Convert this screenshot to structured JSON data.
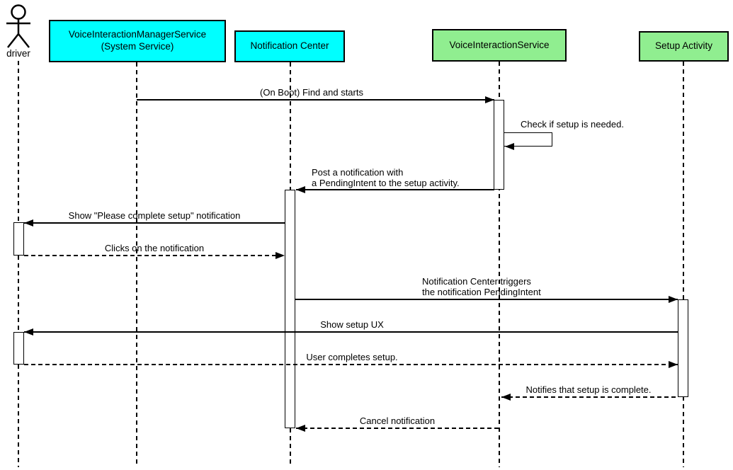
{
  "colors": {
    "cyan": "#00ffff",
    "green": "#90ee90",
    "line": "#000000",
    "bg": "#ffffff"
  },
  "actor": {
    "label": "driver"
  },
  "participants": [
    {
      "label": "VoiceInteractionManagerService\n(System Service)",
      "kind": "system-service"
    },
    {
      "label": "Notification Center",
      "kind": "system-service"
    },
    {
      "label": "VoiceInteractionService",
      "kind": "app-component"
    },
    {
      "label": "Setup Activity",
      "kind": "app-component"
    }
  ],
  "messages": [
    {
      "text": "(On Boot) Find and starts",
      "from": "VoiceInteractionManagerService (System Service)",
      "to": "VoiceInteractionService",
      "style": "solid"
    },
    {
      "text": "Check if setup is needed.",
      "from": "VoiceInteractionService",
      "to": "VoiceInteractionService",
      "style": "solid",
      "self": true
    },
    {
      "text": "Post a notification with\na PendingIntent to the setup activity.",
      "from": "VoiceInteractionService",
      "to": "Notification Center",
      "style": "solid"
    },
    {
      "text": "Show \"Please complete setup\" notification",
      "from": "Notification Center",
      "to": "driver",
      "style": "solid"
    },
    {
      "text": "Clicks on the notification",
      "from": "driver",
      "to": "Notification Center",
      "style": "dashed"
    },
    {
      "text": "Notification Center triggers\nthe notification PendingIntent",
      "from": "Notification Center",
      "to": "Setup Activity",
      "style": "solid"
    },
    {
      "text": "Show setup UX",
      "from": "Setup Activity",
      "to": "driver",
      "style": "solid"
    },
    {
      "text": "User completes setup.",
      "from": "driver",
      "to": "Setup Activity",
      "style": "dashed"
    },
    {
      "text": "Notifies that setup is complete.",
      "from": "Setup Activity",
      "to": "VoiceInteractionService",
      "style": "dashed"
    },
    {
      "text": "Cancel notification",
      "from": "VoiceInteractionService",
      "to": "Notification Center",
      "style": "dashed"
    }
  ]
}
